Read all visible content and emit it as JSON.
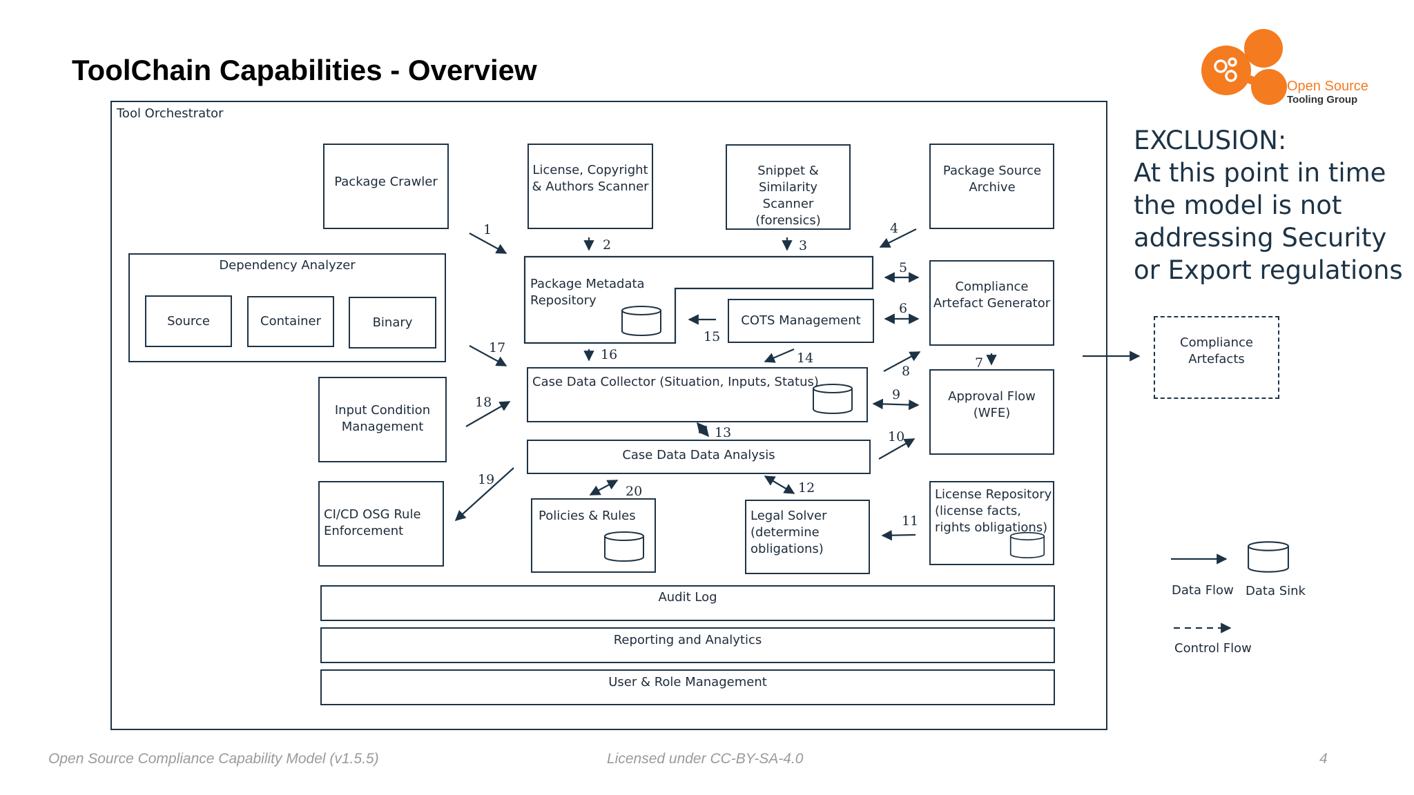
{
  "slide": {
    "title": "ToolChain Capabilities - Overview",
    "footer_left": "Open Source Compliance Capability Model  (v1.5.5)",
    "footer_center": "Licensed under CC-BY-SA-4.0",
    "page_number": "4"
  },
  "logo": {
    "line1": "Open Source",
    "line2": "Tooling Group",
    "accent_color": "#f47b20"
  },
  "exclusion": {
    "heading": "EXCLUSION:",
    "text": "At this point in time the model is not addressing Security or Export regulations"
  },
  "orchestrator": {
    "label": "Tool Orchestrator",
    "package_crawler": "Package Crawler",
    "license_scanner": "License, Copyright & Authors Scanner",
    "snippet_scanner": "Snippet & Similarity Scanner (forensics)",
    "package_source_archive": "Package Source Archive",
    "dependency_analyzer": "Dependency Analyzer",
    "dep_source": "Source",
    "dep_container": "Container",
    "dep_binary": "Binary",
    "package_metadata_repository": "Package Metadata Repository",
    "cots_management": "COTS Management",
    "compliance_artefact_generator": "Compliance Artefact Generator",
    "input_condition_management": "Input Condition Management",
    "case_data_collector": "Case Data Collector (Situation, Inputs, Status)",
    "approval_flow": "Approval Flow (WFE)",
    "case_data_analysis": "Case Data Data Analysis",
    "cicd_enforcement": "CI/CD OSG Rule Enforcement",
    "policies_rules": "Policies & Rules",
    "legal_solver": "Legal Solver (determine obligations)",
    "license_repository": "License Repository (license facts, rights obligations)",
    "audit_log": "Audit Log",
    "reporting_analytics": "Reporting and Analytics",
    "user_role_management": "User & Role Management"
  },
  "compliance_artefacts": "Compliance Artefacts",
  "flow_numbers": [
    "1",
    "2",
    "3",
    "4",
    "5",
    "6",
    "7",
    "8",
    "9",
    "10",
    "11",
    "12",
    "13",
    "14",
    "15",
    "16",
    "17",
    "18",
    "19",
    "20"
  ],
  "legend": {
    "data_flow": "Data Flow",
    "data_sink": "Data Sink",
    "control_flow": "Control Flow"
  },
  "colors": {
    "line": "#1d3345",
    "text": "#1d2b3a",
    "footer": "#9a9a9a"
  }
}
